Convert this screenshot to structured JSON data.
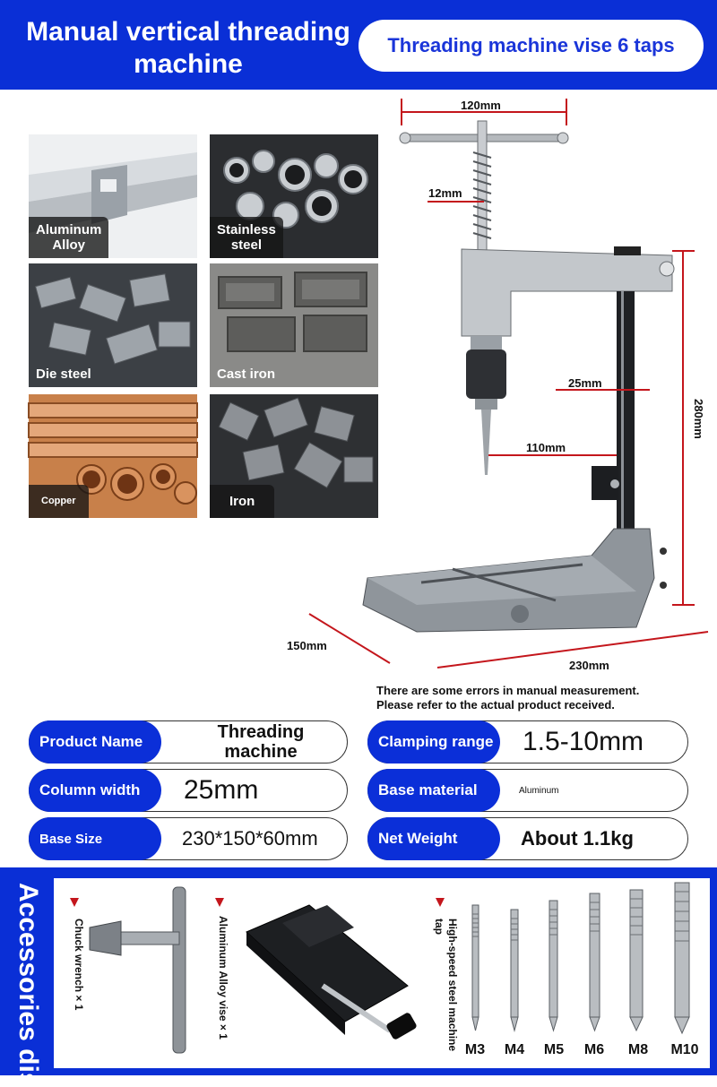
{
  "header": {
    "title_line1": "Manual vertical threading",
    "title_line2": "machine",
    "pill_text": "Threading machine vise 6 taps"
  },
  "materials": [
    {
      "label_line1": "Aluminum",
      "label_line2": "Alloy"
    },
    {
      "label_line1": "Stainless",
      "label_line2": "steel"
    },
    {
      "label_line1": "Die steel",
      "label_line2": ""
    },
    {
      "label_line1": "Cast iron",
      "label_line2": ""
    },
    {
      "label_line1": "Copper",
      "label_line2": ""
    },
    {
      "label_line1": "Iron",
      "label_line2": ""
    }
  ],
  "dimensions": {
    "handle_width": "120mm",
    "shaft": "12mm",
    "column": "25mm",
    "reach": "110mm",
    "height": "280mm",
    "base_depth": "150mm",
    "base_length": "230mm"
  },
  "note": {
    "line1": "There are some errors in manual measurement.",
    "line2": "Please refer to the actual product received."
  },
  "specs": {
    "product_name_label": "Product Name",
    "product_name_line1": "Threading",
    "product_name_line2": "machine",
    "clamping_label": "Clamping range",
    "clamping_value": "1.5-10mm",
    "column_label": "Column width",
    "column_value": "25mm",
    "base_material_label": "Base material",
    "base_material_value": "Aluminum",
    "base_size_label": "Base Size",
    "base_size_value": "230*150*60mm",
    "net_weight_label": "Net Weight",
    "net_weight_value": "About 1.1kg"
  },
  "accessories": {
    "title": "Accessories dis",
    "chuck_wrench": "Chuck wrench × 1",
    "vise": "Aluminum Alloy vise × 1",
    "taps_label_line1": "High-speed steel machine",
    "taps_label_line2": "tap",
    "taps": [
      "M3",
      "M4",
      "M5",
      "M6",
      "M8",
      "M10"
    ]
  },
  "colors": {
    "brand_blue": "#0a2fd6",
    "dimension_red": "#c4161c"
  }
}
